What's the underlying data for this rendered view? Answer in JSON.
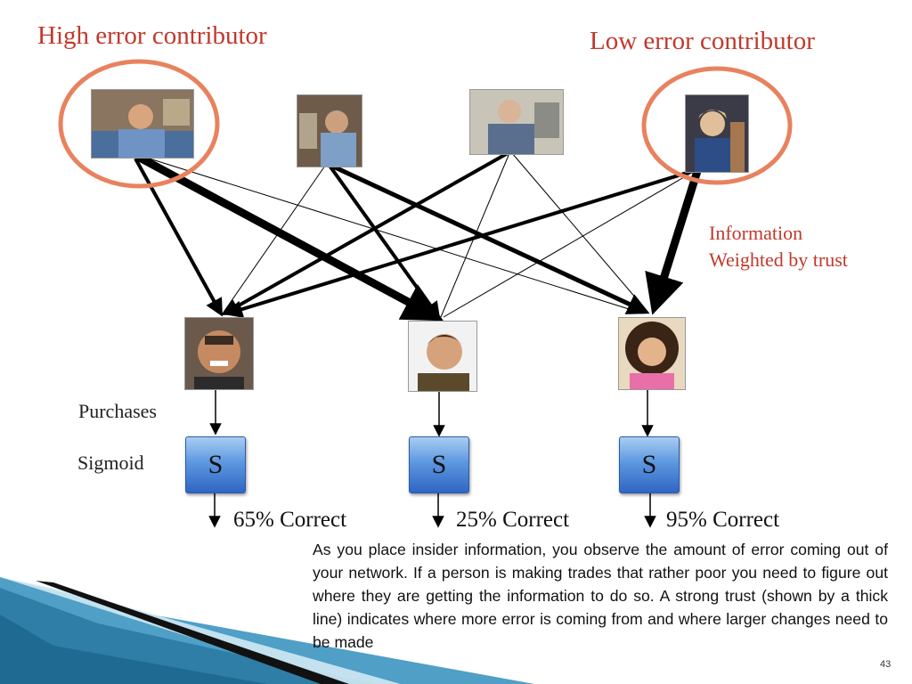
{
  "labels": {
    "high_error": "High error contributor",
    "low_error": "Low error contributor",
    "info_line1": "Information",
    "info_line2": "Weighted by trust",
    "purchases": "Purchases",
    "sigmoid": "Sigmoid"
  },
  "sigmoid_symbol": "S",
  "outputs": [
    "65% Correct",
    "25% Correct",
    "95% Correct"
  ],
  "caption": "As you place insider information, you observe the amount of error coming out of your network. If a person is making trades that rather poor you need to figure out where they are getting the information to do so. A strong trust (shown by a thick line) indicates where more error is coming from and where larger changes need to be made",
  "page_number": "43",
  "colors": {
    "accent_red": "#c0392b",
    "sigmoid_blue": "#4a85d6",
    "circle": "#e8825e"
  }
}
